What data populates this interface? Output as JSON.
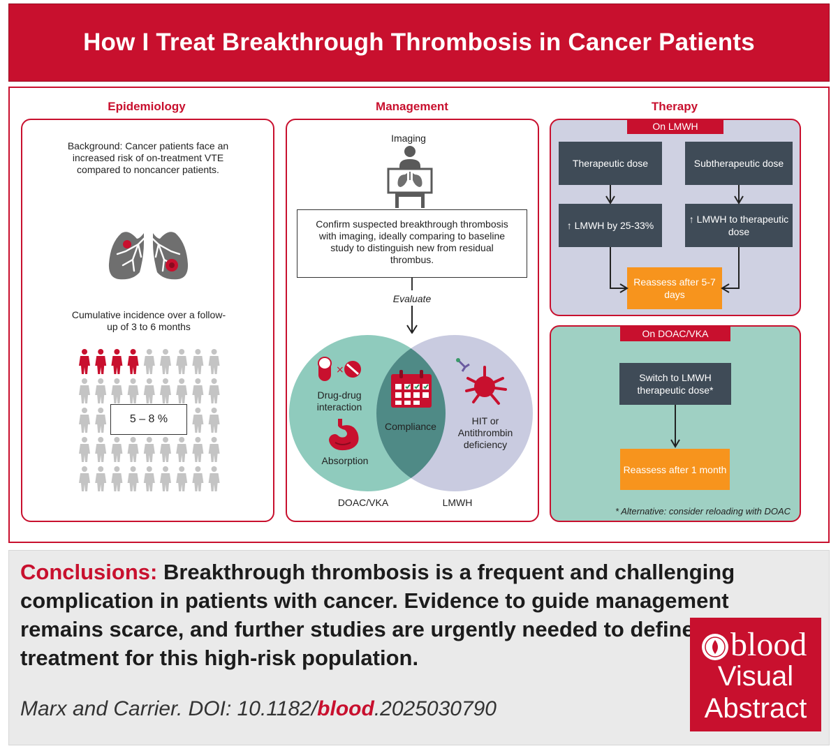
{
  "header": {
    "title": "How I Treat Breakthrough Thrombosis in Cancer Patients"
  },
  "epidemiology": {
    "title": "Epidemiology",
    "background": "Background: Cancer patients face an increased risk of on-treatment VTE compared to noncancer patients.",
    "incidence_text": "Cumulative incidence over a follow-up of 3 to 6 months",
    "incidence_value": "5 – 8 %"
  },
  "management": {
    "title": "Management",
    "imaging_label": "Imaging",
    "confirm_text": "Confirm suspected breakthrough thrombosis with imaging, ideally comparing to baseline study to distinguish new from residual thrombus.",
    "evaluate_label": "Evaluate",
    "drug_interaction": "Drug-drug interaction",
    "absorption": "Absorption",
    "compliance": "Compliance",
    "hit": "HIT or Antithrombin deficiency",
    "doac_label": "DOAC/VKA",
    "lmwh_label": "LMWH"
  },
  "therapy": {
    "title": "Therapy",
    "lmwh": {
      "tag": "On LMWH",
      "therapeutic": "Therapeutic dose",
      "subtherapeutic": "Subtherapeutic dose",
      "increase_1": "↑ LMWH by 25-33%",
      "increase_2": "↑ LMWH to therapeutic dose",
      "reassess": "Reassess after 5-7 days"
    },
    "doac": {
      "tag": "On DOAC/VKA",
      "switch": "Switch to LMWH therapeutic dose*",
      "reassess": "Reassess after 1 month",
      "footnote": "* Alternative: consider reloading with DOAC"
    }
  },
  "conclusions": {
    "lead": "Conclusions:",
    "text": "Breakthrough thrombosis is a frequent and challenging complication in patients with cancer. Evidence to guide management remains scarce, and further studies are urgently needed to define optimal treatment for this high-risk population.",
    "citation_prefix": "Marx and Carrier. DOI: 10.1182/",
    "citation_blood": "blood",
    "citation_suffix": ".2025030790"
  },
  "logo": {
    "brand": "blood",
    "line1": "Visual",
    "line2": "Abstract"
  },
  "colors": {
    "brand_red": "#c8102e",
    "lmwh_panel": "#cfd1e2",
    "doac_panel": "#9fd0c3",
    "dark_box": "#3f4b57",
    "orange_box": "#f7941d",
    "doac_circle": "#8fcbbd",
    "lmwh_circle": "#c9cbe0",
    "figure_red": "#c8102e",
    "figure_gray": "#c4c4c4"
  },
  "icons": [
    "lungs-icon",
    "person-figure-icon",
    "imaging-monitor-icon",
    "pill-icon",
    "no-symbol-icon",
    "stomach-icon",
    "calendar-icon",
    "platelet-icon",
    "arrow-down-icon"
  ]
}
